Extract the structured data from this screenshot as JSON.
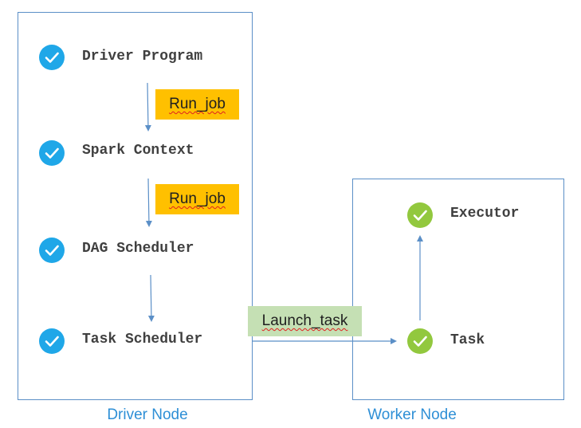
{
  "driver_node": {
    "caption": "Driver Node",
    "items": [
      {
        "label": "Driver Program"
      },
      {
        "label": "Spark Context"
      },
      {
        "label": "DAG Scheduler"
      },
      {
        "label": "Task Scheduler"
      }
    ]
  },
  "worker_node": {
    "caption": "Worker Node",
    "items": [
      {
        "label": "Executor"
      },
      {
        "label": "Task"
      }
    ]
  },
  "edges": {
    "run_job_1": "Run_job",
    "run_job_2": "Run_job",
    "launch_task": "Launch_task"
  },
  "colors": {
    "driver_check": "#1fa7e8",
    "worker_check": "#92c83e",
    "run_job_bg": "#ffc000",
    "launch_task_bg": "#c5e0b4",
    "box_border": "#5b8fc7",
    "caption": "#2e8fd6",
    "arrow": "#5b8fc7"
  }
}
